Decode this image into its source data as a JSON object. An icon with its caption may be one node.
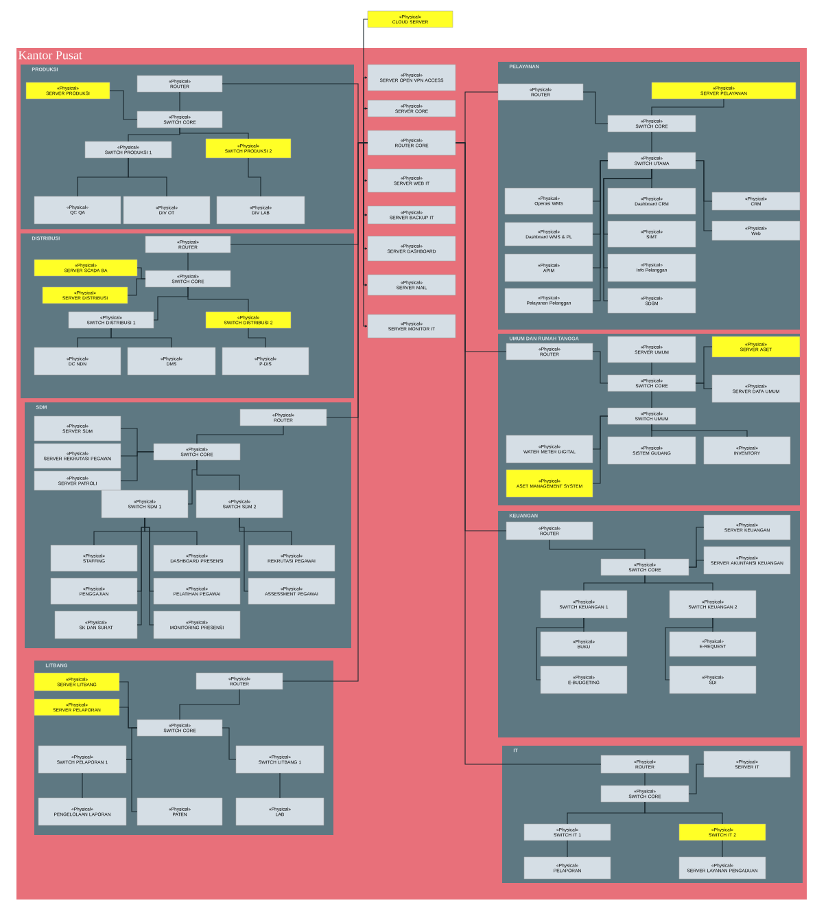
{
  "diagram": {
    "nodes": [
      {
        "text": [
          "«Physical»",
          "CLOUD SERVER"
        ]
      },
      {
        "text": [
          "Kantor Pusat"
        ]
      },
      {
        "text": [
          "PRODUKSI"
        ],
        "in": 1
      },
      {
        "text": [
          "«Physical»",
          "SERVER PRODUKSI"
        ],
        "in": 2
      },
      {
        "text": [
          "«Physical»",
          "ROUTER"
        ],
        "in": 2
      },
      {
        "text": [
          "«Physical»",
          "SWITCH CORE"
        ],
        "in": 2
      },
      {
        "text": [
          "«Physical»",
          "SWITCH PRODUKSI 1"
        ],
        "in": 2
      },
      {
        "text": [
          "«Physical»",
          "SWITCH PRODUKSI 2"
        ],
        "in": 2
      },
      {
        "text": [
          "«Physical»",
          "QC QA"
        ],
        "in": 2
      },
      {
        "text": [
          "«Physical»",
          "DIV OT"
        ],
        "in": 2
      },
      {
        "text": [
          "«Physical»",
          "DIV LAB"
        ],
        "in": 2
      },
      {
        "text": [
          "DISTRIBUSI"
        ],
        "in": 1
      },
      {
        "text": [
          "«Physical»",
          "ROUTER"
        ],
        "in": 11
      },
      {
        "text": [
          "«Physical»",
          "SERVER SCADA BA"
        ],
        "in": 11
      },
      {
        "text": [
          "«Physical»",
          "SWITCH CORE"
        ],
        "in": 11
      },
      {
        "text": [
          "«Physical»",
          "SERVER DISTRIBUSI"
        ],
        "in": 11
      },
      {
        "text": [
          "«Physical»",
          "SWITCH DISTRIBUSI 1"
        ],
        "in": 11
      },
      {
        "text": [
          "«Physical»",
          "SWITCH DISTRIBUSI 2"
        ],
        "in": 11
      },
      {
        "text": [
          "«Physical»",
          "DC NDN"
        ],
        "in": 11
      },
      {
        "text": [
          "«Physical»",
          "DMS"
        ],
        "in": 11
      },
      {
        "text": [
          "«Physical»",
          "P-DIS"
        ],
        "in": 11
      },
      {
        "text": [
          "SDM"
        ],
        "in": 1
      },
      {
        "text": [
          "«Physical»",
          "SERVER SDM"
        ],
        "in": 21
      },
      {
        "text": [
          "«Physical»",
          "SERVER REKRUTASI PEGAWAI"
        ],
        "in": 21
      },
      {
        "text": [
          "«Physical»",
          "SERVER PATROLI"
        ],
        "in": 21
      },
      {
        "text": [
          "«Physical»",
          "ROUTER"
        ],
        "in": 21
      },
      {
        "text": [
          "«Physical»",
          "SWITCH CORE"
        ],
        "in": 21
      },
      {
        "text": [
          "«Physical»",
          "SWITCH SDM 1"
        ],
        "in": 21
      },
      {
        "text": [
          "«Physical»",
          "SWITCH SDM 2"
        ],
        "in": 21
      },
      {
        "text": [
          "«Physical»",
          "STAFFING"
        ],
        "in": 21
      },
      {
        "text": [
          "«Physical»",
          "DASHBOARD PRESENSI"
        ],
        "in": 21
      },
      {
        "text": [
          "«Physical»",
          "REKRUTASI PEGAWAI"
        ],
        "in": 21
      },
      {
        "text": [
          "«Physical»",
          "PENGGAJIAN"
        ],
        "in": 21
      },
      {
        "text": [
          "«Physical»",
          "PELATIHAN PEGAWAI"
        ],
        "in": 21
      },
      {
        "text": [
          "«Physical»",
          "ASSESSMENT PEGAWAI"
        ],
        "in": 21
      },
      {
        "text": [
          "«Physical»",
          "SK DAN SURAT"
        ],
        "in": 21
      },
      {
        "text": [
          "«Physical»",
          "MONITORING PRESENSI"
        ],
        "in": 21
      },
      {
        "text": [
          "LITBANG"
        ],
        "in": 1
      },
      {
        "text": [
          "«Physical»",
          "SERVER LITBANG"
        ],
        "in": 37
      },
      {
        "text": [
          "«Physical»",
          "ROUTER"
        ],
        "in": 37
      },
      {
        "text": [
          "«Physical»",
          "SERVER PELAPORAN"
        ],
        "in": 37
      },
      {
        "text": [
          "«Physical»",
          "SWITCH CORE"
        ],
        "in": 37
      },
      {
        "text": [
          "«Physical»",
          "SWITCH PELAPORAN 1"
        ],
        "in": 37
      },
      {
        "text": [
          "«Physical»",
          "SWITCH LITBANG 1"
        ],
        "in": 37
      },
      {
        "text": [
          "«Physical»",
          "PENGELOLAAN LAPORAN"
        ],
        "in": 37
      },
      {
        "text": [
          "«Physical»",
          "PATEN"
        ],
        "in": 37
      },
      {
        "text": [
          "«Physical»",
          "LAB"
        ],
        "in": 37
      },
      {
        "text": [
          "«Physical»",
          "SERVER OPEN VPN ACCESS"
        ],
        "in": 1
      },
      {
        "text": [
          "«Physical»",
          "SERVER CORE"
        ],
        "in": 1
      },
      {
        "text": [
          "«Physical»",
          "ROUTER CORE"
        ],
        "in": 1
      },
      {
        "text": [
          "«Physical»",
          "SERVER WEB IT"
        ],
        "in": 1
      },
      {
        "text": [
          "«Physical»",
          "SERVER BACKUP IT"
        ],
        "in": 1
      },
      {
        "text": [
          "«Physical»",
          "SERVER DASHBOARD"
        ],
        "in": 1
      },
      {
        "text": [
          "«Physical»",
          "SERVER MAIL"
        ],
        "in": 1
      },
      {
        "text": [
          "«Physical»",
          "SERVER MONITOR IT"
        ],
        "in": 1
      },
      {
        "text": [
          "PELAYANAN"
        ],
        "in": 1
      },
      {
        "text": [
          "«Physical»",
          "ROUTER"
        ],
        "in": 55
      },
      {
        "text": [
          "«Physical»",
          "SERVER PELAYANAN"
        ],
        "in": 55
      },
      {
        "text": [
          "«Physical»",
          "SWITCH CORE"
        ],
        "in": 55
      },
      {
        "text": [
          "«Physical»",
          "SWITCH UTAMA"
        ],
        "in": 55
      },
      {
        "text": [
          "«Physical»",
          "Operasi WMS"
        ],
        "in": 55
      },
      {
        "text": [
          "«Physical»",
          "Dashboard CRM"
        ],
        "in": 55
      },
      {
        "text": [
          "«Physical»",
          "CRM"
        ],
        "in": 55
      },
      {
        "text": [
          "«Physical»",
          "Dashboard WMS & PL"
        ],
        "in": 55
      },
      {
        "text": [
          "«Physical»",
          "SIMT"
        ],
        "in": 55
      },
      {
        "text": [
          "«Physical»",
          "Web"
        ],
        "in": 55
      },
      {
        "text": [
          "«Physical»",
          "APIM"
        ],
        "in": 55
      },
      {
        "text": [
          "«Physical»",
          "Info Pelanggan"
        ],
        "in": 55
      },
      {
        "text": [
          "«Physical»",
          "Pelayanan Pelanggan"
        ],
        "in": 55
      },
      {
        "text": [
          "«Physical»",
          "SDSM"
        ],
        "in": 55
      },
      {
        "text": [
          "UMUM DAN RUMAH TANGGA"
        ],
        "in": 1
      },
      {
        "text": [
          "«Physical»",
          "ROUTER"
        ],
        "in": 70
      },
      {
        "text": [
          "«Physical»",
          "SERVER UMUM"
        ],
        "in": 70
      },
      {
        "text": [
          "«Physical»",
          "SERVER ASET"
        ],
        "in": 70
      },
      {
        "text": [
          "«Physical»",
          "SWITCH CORE"
        ],
        "in": 70
      },
      {
        "text": [
          "«Physical»",
          "SERVER DATA UMUM"
        ],
        "in": 70
      },
      {
        "text": [
          "«Physical»",
          "SWITCH UMUM"
        ],
        "in": 70
      },
      {
        "text": [
          "«Physical»",
          "WATER METER DIGITAL"
        ],
        "in": 70
      },
      {
        "text": [
          "«Physical»",
          "SISTEM GUDANG"
        ],
        "in": 70
      },
      {
        "text": [
          "«Physical»",
          "INVENTORY"
        ],
        "in": 70
      },
      {
        "text": [
          "«Physical»",
          "ASET MANAGEMENT SYSTEM"
        ],
        "in": 70
      },
      {
        "text": [
          "KEUANGAN"
        ],
        "in": 1
      },
      {
        "text": [
          "«Physical»",
          "ROUTER"
        ],
        "in": 81
      },
      {
        "text": [
          "«Physical»",
          "SERVER KEUANGAN"
        ],
        "in": 81
      },
      {
        "text": [
          "«Physical»",
          "SWITCH CORE"
        ],
        "in": 81
      },
      {
        "text": [
          "«Physical»",
          "SERVER AKUNTANSI KEUANGAN"
        ],
        "in": 81
      },
      {
        "text": [
          "«Physical»",
          "SWITCH KEUANGAN 1"
        ],
        "in": 81
      },
      {
        "text": [
          "«Physical»",
          "SWITCH KEUANGAN 2"
        ],
        "in": 81
      },
      {
        "text": [
          "«Physical»",
          "BUKU"
        ],
        "in": 81
      },
      {
        "text": [
          "«Physical»",
          "E-REQUEST"
        ],
        "in": 81
      },
      {
        "text": [
          "«Physical»",
          "E-BUDGETING"
        ],
        "in": 81
      },
      {
        "text": [
          "«Physical»",
          "SDI"
        ],
        "in": 81
      },
      {
        "text": [
          "IT"
        ],
        "in": 1
      },
      {
        "text": [
          "«Physical»",
          "ROUTER"
        ],
        "in": 92
      },
      {
        "text": [
          "«Physical»",
          "SERVER IT"
        ],
        "in": 92
      },
      {
        "text": [
          "«Physical»",
          "SWITCH CORE"
        ],
        "in": 92
      },
      {
        "text": [
          "«Physical»",
          "SWITCH IT 1"
        ],
        "in": 92
      },
      {
        "text": [
          "«Physical»",
          "SWITCH IT 2"
        ],
        "in": 92
      },
      {
        "text": [
          "«Physical»",
          "PELAPORAN"
        ],
        "in": 92
      },
      {
        "text": [
          "«Physical»",
          "SERVER LAYANAN PENGADUAN"
        ],
        "in": 92
      }
    ],
    "edges": [
      {
        "from": 0,
        "to": 48,
        "arrow": "none"
      },
      {
        "from": 49,
        "to": 47,
        "arrow": "to"
      },
      {
        "from": 49,
        "to": 48,
        "arrow": "to"
      },
      {
        "from": 49,
        "to": 50,
        "arrow": "to"
      },
      {
        "from": 49,
        "to": 51,
        "arrow": "to"
      },
      {
        "from": 49,
        "to": 52,
        "arrow": "to"
      },
      {
        "from": 49,
        "to": 53,
        "arrow": "to"
      },
      {
        "from": 49,
        "to": 54,
        "arrow": "to"
      },
      {
        "from": 4,
        "to": 49,
        "arrow": "none"
      },
      {
        "from": 12,
        "to": 49,
        "arrow": "none"
      },
      {
        "from": 25,
        "to": 49,
        "arrow": "none"
      },
      {
        "from": 39,
        "to": 49,
        "arrow": "none"
      },
      {
        "from": 56,
        "to": 49,
        "arrow": "none"
      },
      {
        "from": 71,
        "to": 49,
        "arrow": "none"
      },
      {
        "from": 82,
        "to": 49,
        "arrow": "none"
      },
      {
        "from": 93,
        "to": 49,
        "arrow": "none"
      },
      {
        "from": 4,
        "to": 5,
        "arrow": "none"
      },
      {
        "from": 3,
        "to": 5,
        "arrow": "none"
      },
      {
        "from": 5,
        "to": 6,
        "arrow": "none"
      },
      {
        "from": 5,
        "to": 7,
        "arrow": "none"
      },
      {
        "from": 6,
        "to": 8,
        "arrow": "none"
      },
      {
        "from": 6,
        "to": 9,
        "arrow": "none"
      },
      {
        "from": 7,
        "to": 10,
        "arrow": "none"
      },
      {
        "from": 12,
        "to": 14,
        "arrow": "none"
      },
      {
        "from": 13,
        "to": 14,
        "arrow": "none"
      },
      {
        "from": 15,
        "to": 14,
        "arrow": "none"
      },
      {
        "from": 14,
        "to": 16,
        "arrow": "none"
      },
      {
        "from": 14,
        "to": 17,
        "arrow": "none"
      },
      {
        "from": 16,
        "to": 18,
        "arrow": "none"
      },
      {
        "from": 16,
        "to": 19,
        "arrow": "none"
      },
      {
        "from": 17,
        "to": 20,
        "arrow": "none"
      },
      {
        "from": 25,
        "to": 26,
        "arrow": "none"
      },
      {
        "from": 22,
        "to": 26,
        "arrow": "none"
      },
      {
        "from": 23,
        "to": 26,
        "arrow": "none"
      },
      {
        "from": 24,
        "to": 26,
        "arrow": "none"
      },
      {
        "from": 26,
        "to": 27,
        "arrow": "none"
      },
      {
        "from": 26,
        "to": 28,
        "arrow": "none"
      },
      {
        "from": 27,
        "to": 29,
        "arrow": "none"
      },
      {
        "from": 27,
        "to": 32,
        "arrow": "none"
      },
      {
        "from": 27,
        "to": 35,
        "arrow": "none"
      },
      {
        "from": 27,
        "to": 30,
        "arrow": "none"
      },
      {
        "from": 27,
        "to": 33,
        "arrow": "none"
      },
      {
        "from": 27,
        "to": 36,
        "arrow": "none"
      },
      {
        "from": 28,
        "to": 31,
        "arrow": "none"
      },
      {
        "from": 28,
        "to": 34,
        "arrow": "none"
      },
      {
        "from": 39,
        "to": 41,
        "arrow": "none"
      },
      {
        "from": 38,
        "to": 41,
        "arrow": "none"
      },
      {
        "from": 40,
        "to": 41,
        "arrow": "none"
      },
      {
        "from": 41,
        "to": 42,
        "arrow": "none"
      },
      {
        "from": 41,
        "to": 43,
        "arrow": "none"
      },
      {
        "from": 42,
        "to": 44,
        "arrow": "none"
      },
      {
        "from": 42,
        "to": 45,
        "arrow": "none"
      },
      {
        "from": 43,
        "to": 46,
        "arrow": "none"
      },
      {
        "from": 56,
        "to": 58,
        "arrow": "none"
      },
      {
        "from": 57,
        "to": 58,
        "arrow": "none"
      },
      {
        "from": 58,
        "to": 59,
        "arrow": "none"
      },
      {
        "from": 59,
        "to": 60,
        "arrow": "none"
      },
      {
        "from": 59,
        "to": 63,
        "arrow": "none"
      },
      {
        "from": 59,
        "to": 66,
        "arrow": "none"
      },
      {
        "from": 59,
        "to": 68,
        "arrow": "none"
      },
      {
        "from": 59,
        "to": 61,
        "arrow": "none"
      },
      {
        "from": 59,
        "to": 64,
        "arrow": "none"
      },
      {
        "from": 59,
        "to": 67,
        "arrow": "none"
      },
      {
        "from": 59,
        "to": 69,
        "arrow": "none"
      },
      {
        "from": 59,
        "to": 62,
        "arrow": "none"
      },
      {
        "from": 59,
        "to": 65,
        "arrow": "none"
      },
      {
        "from": 71,
        "to": 74,
        "arrow": "none"
      },
      {
        "from": 72,
        "to": 74,
        "arrow": "none"
      },
      {
        "from": 73,
        "to": 74,
        "arrow": "none"
      },
      {
        "from": 74,
        "to": 75,
        "arrow": "none"
      },
      {
        "from": 74,
        "to": 76,
        "arrow": "none"
      },
      {
        "from": 76,
        "to": 77,
        "arrow": "none"
      },
      {
        "from": 76,
        "to": 78,
        "arrow": "none"
      },
      {
        "from": 76,
        "to": 79,
        "arrow": "none"
      },
      {
        "from": 76,
        "to": 80,
        "arrow": "none"
      },
      {
        "from": 82,
        "to": 84,
        "arrow": "none"
      },
      {
        "from": 83,
        "to": 84,
        "arrow": "none"
      },
      {
        "from": 85,
        "to": 84,
        "arrow": "none"
      },
      {
        "from": 84,
        "to": 86,
        "arrow": "none"
      },
      {
        "from": 84,
        "to": 87,
        "arrow": "none"
      },
      {
        "from": 86,
        "to": 88,
        "arrow": "none"
      },
      {
        "from": 86,
        "to": 90,
        "arrow": "none"
      },
      {
        "from": 87,
        "to": 89,
        "arrow": "none"
      },
      {
        "from": 87,
        "to": 91,
        "arrow": "none"
      },
      {
        "from": 93,
        "to": 95,
        "arrow": "none"
      },
      {
        "from": 94,
        "to": 95,
        "arrow": "none"
      },
      {
        "from": 95,
        "to": 96,
        "arrow": "none"
      },
      {
        "from": 95,
        "to": 97,
        "arrow": "none"
      },
      {
        "from": 96,
        "to": 98,
        "arrow": "none"
      },
      {
        "from": 97,
        "to": 99,
        "arrow": "none"
      }
    ]
  }
}
